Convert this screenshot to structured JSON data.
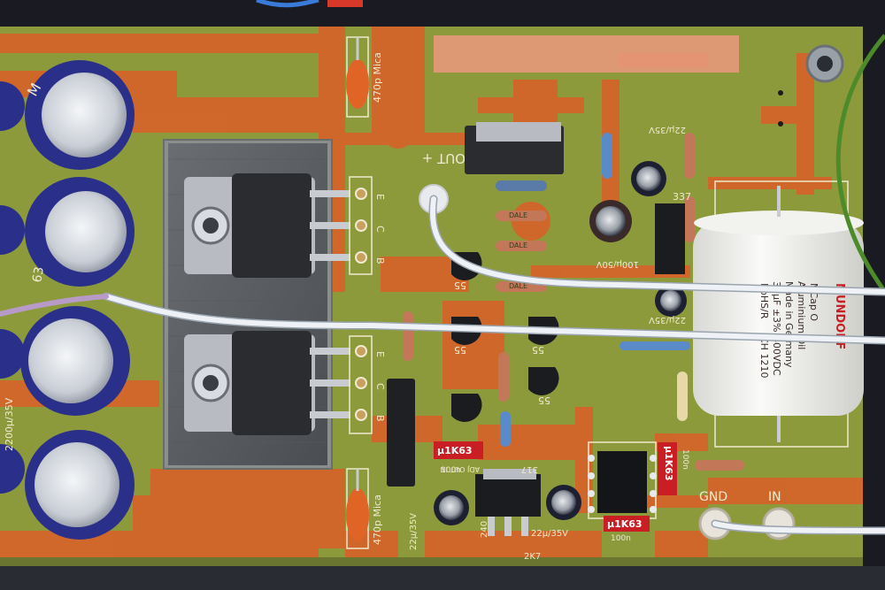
{
  "scene": {
    "description_free": true,
    "colors": {
      "board": "#8c9a3c",
      "copper": "#d4652a",
      "silkscreen": "#f0ead0",
      "capacitor_blue": "#2a2f8a",
      "heatsink": "#5a5e62",
      "wire_white": "#e8ecf2",
      "wire_green": "#4c8a2a",
      "chip_red": "#c81e24"
    }
  },
  "labels": {
    "out_plus": "OUT +",
    "mica_top": "470p Mica",
    "mica_bottom": "470p Mica",
    "ecb_top": "E",
    "ecb_mid": "C",
    "ecb_bot": "B",
    "ecb2_top": "E",
    "ecb2_mid": "C",
    "ecb2_bot": "B",
    "cap_22u_top": "22µ/35V",
    "cap_100u": "100µ/50V",
    "cap_22u_mid": "22µ/35V",
    "cap_22u_bottom_left": "22µ/35V",
    "cap_22u_bottom_mid": "22µ/35V",
    "r_2k7": "2K7",
    "r_240": "240",
    "reg_317": "317",
    "reg_pins": "ADJ OUT IN",
    "lm337": "337",
    "gnd": "GND",
    "in": "IN",
    "cap_100n_a": "100n",
    "cap_100n_b": "100n",
    "cap_100n_c": "100n",
    "chip_1k63_a": "µ1K63",
    "chip_1k63_b": "µ1K63",
    "chip_1k63_c": "µ1K63",
    "tr_55_a": "55",
    "tr_55_b": "55",
    "tr_55_c": "55",
    "tr_55_d": "55",
    "res_dale_a": "DALE",
    "res_dale_b": "DALE",
    "res_dale_c": "DALE",
    "mcap_brand": "MUNDORF",
    "mcap_l1": "MCap  O",
    "mcap_l2": "Aluminium Oil",
    "mcap_l3": "Made in Germany",
    "mcap_l4": "39µF ±3%",
    "mcap_l5": "400VDC",
    "mcap_l6": "RoHS/R",
    "mcap_l7": "CH 1210",
    "bigcap_a": "2200µ/35V",
    "bigcap_b": "63",
    "bigcap_c": "M"
  }
}
